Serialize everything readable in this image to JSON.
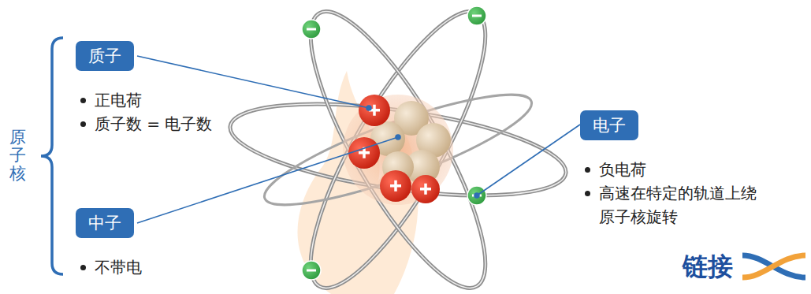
{
  "diagram": {
    "nodes": [
      {
        "text": [
          "质子",
          "正电荷",
          "质子数 = 电子数"
        ]
      },
      {
        "text": [
          "中子",
          "不带电"
        ]
      },
      {
        "text": [
          "电子",
          "负电荷",
          "高速在特定的轨道上绕原子核旋转"
        ]
      }
    ],
    "labels": [
      "原子核",
      "链接"
    ]
  }
}
